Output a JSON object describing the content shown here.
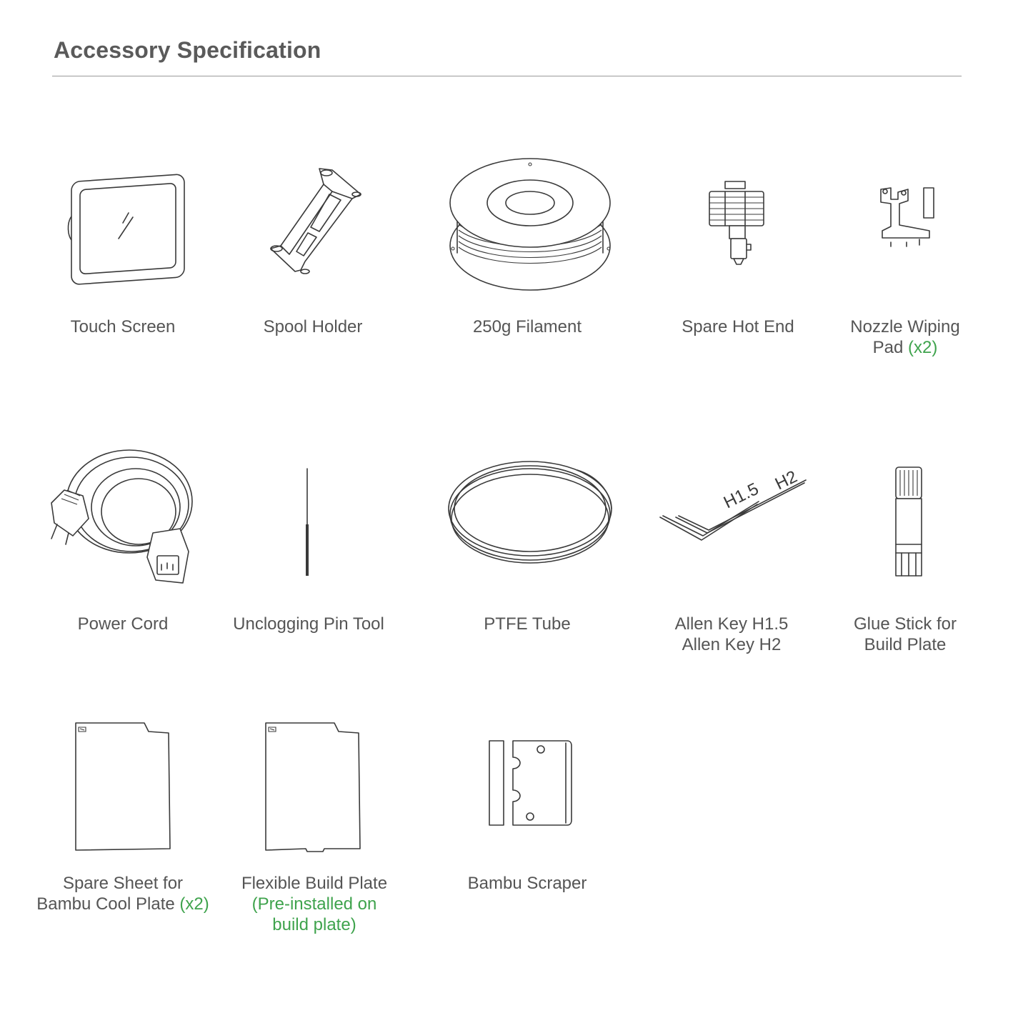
{
  "header": {
    "title": "Accessory Specification"
  },
  "colors": {
    "accent": "#3fa34d",
    "text": "#555555",
    "line": "#3a3a3a"
  },
  "items": [
    {
      "icon": "touch-screen-icon",
      "lines": [
        [
          {
            "t": "Touch Screen"
          }
        ]
      ]
    },
    {
      "icon": "spool-holder-icon",
      "lines": [
        [
          {
            "t": "Spool Holder"
          }
        ]
      ]
    },
    {
      "icon": "filament-spool-icon",
      "lines": [
        [
          {
            "t": "250g Filament"
          }
        ]
      ]
    },
    {
      "icon": "hot-end-icon",
      "lines": [
        [
          {
            "t": "Spare Hot End"
          }
        ]
      ]
    },
    {
      "icon": "nozzle-wiping-pad-icon",
      "lines": [
        [
          {
            "t": "Nozzle Wiping"
          }
        ],
        [
          {
            "t": "Pad "
          },
          {
            "t": "(x2)",
            "accent": true
          }
        ]
      ]
    },
    {
      "icon": "power-cord-icon",
      "lines": [
        [
          {
            "t": "Power Cord"
          }
        ]
      ]
    },
    {
      "icon": "unclogging-pin-icon",
      "lines": [
        [
          {
            "t": "Unclogging Pin Tool"
          }
        ]
      ]
    },
    {
      "icon": "ptfe-tube-icon",
      "lines": [
        [
          {
            "t": "PTFE Tube"
          }
        ]
      ]
    },
    {
      "icon": "allen-key-icon",
      "labels": [
        "H1.5",
        "H2"
      ],
      "lines": [
        [
          {
            "t": "Allen Key H1.5"
          }
        ],
        [
          {
            "t": "Allen Key H2"
          }
        ]
      ]
    },
    {
      "icon": "glue-stick-icon",
      "lines": [
        [
          {
            "t": "Glue Stick for"
          }
        ],
        [
          {
            "t": "Build Plate"
          }
        ]
      ]
    },
    {
      "icon": "cool-plate-sheet-icon",
      "lines": [
        [
          {
            "t": "Spare Sheet for"
          }
        ],
        [
          {
            "t": "Bambu Cool Plate "
          },
          {
            "t": "(x2)",
            "accent": true
          }
        ]
      ]
    },
    {
      "icon": "flexible-build-plate-icon",
      "lines": [
        [
          {
            "t": "Flexible Build Plate"
          }
        ],
        [
          {
            "t": "(Pre-installed on",
            "accent": true
          }
        ],
        [
          {
            "t": "build plate)",
            "accent": true
          }
        ]
      ]
    },
    {
      "icon": "scraper-icon",
      "lines": [
        [
          {
            "t": "Bambu Scraper"
          }
        ]
      ]
    }
  ]
}
